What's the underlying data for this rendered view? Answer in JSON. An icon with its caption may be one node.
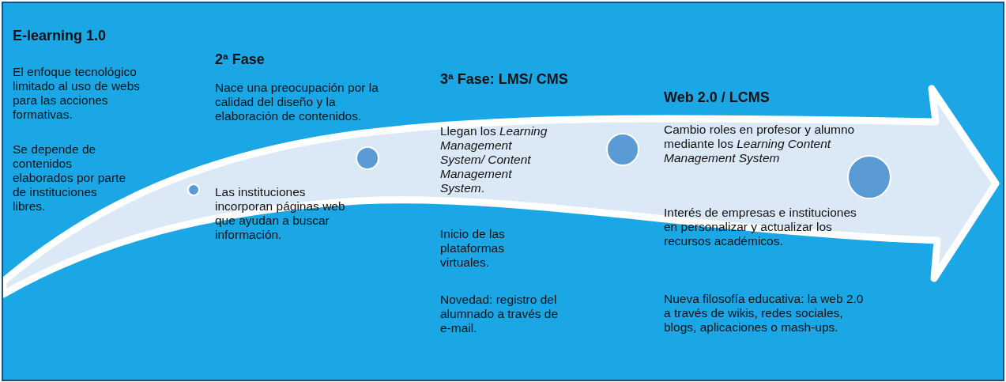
{
  "diagram": {
    "labels": [
      "E-learning 1.0",
      "El enfoque tecnológico limitado al uso de webs para las acciones formativas.",
      "Se depende de contenidos elaborados por parte de instituciones libres.",
      "2ª Fase",
      "Nace una preocupación por la calidad del diseño y la elaboración de contenidos.",
      "Las instituciones incorporan páginas web que ayudan a buscar información.",
      "3ª Fase: LMS/ CMS",
      "Llegan los *Learning Management System/ Content Management System*.",
      "Inicio de las plataformas virtuales.",
      "Novedad: registro del alumnado a través de e-mail.",
      "Web 2.0 / LCMS",
      "Cambio roles en profesor y alumno mediante los *Learning Content Management System*",
      "Interés de empresas e instituciones en personalizar y actualizar los recursos académicos.",
      "Nueva filosofía educativa: la web 2.0 a través de wikis, redes sociales, blogs, aplicaciones o mash-ups."
    ]
  }
}
